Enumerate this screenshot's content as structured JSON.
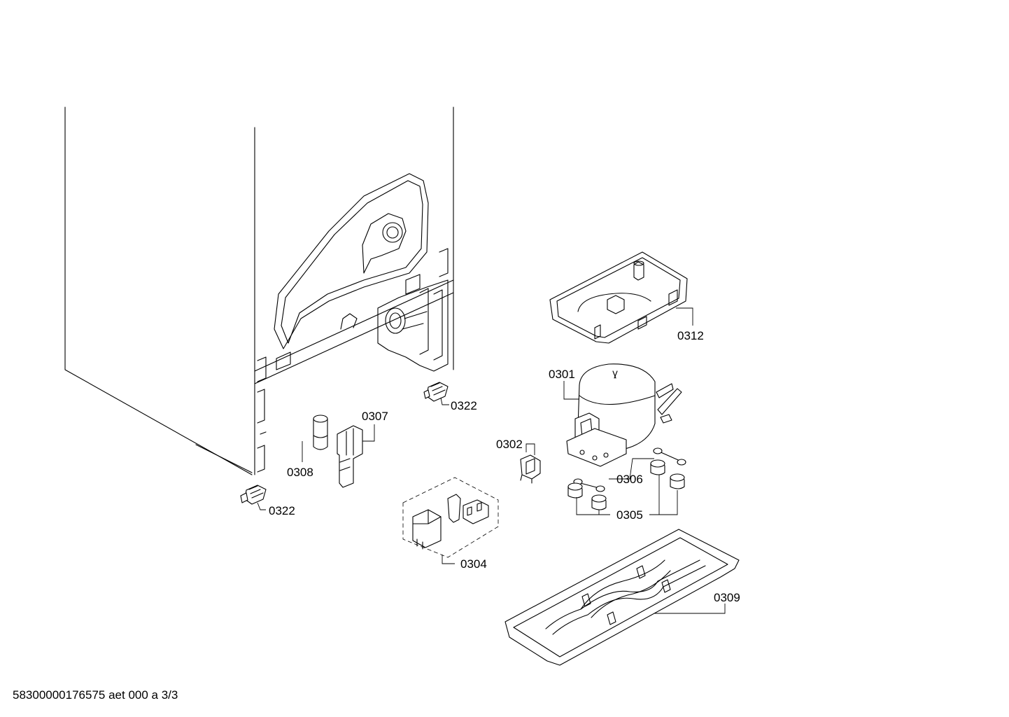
{
  "diagram": {
    "labels": {
      "p0322a": "0322",
      "p0322b": "0322",
      "p0307": "0307",
      "p0308": "0308",
      "p0304": "0304",
      "p0302": "0302",
      "p0301": "0301",
      "p0312": "0312",
      "p0306": "0306",
      "p0305": "0305",
      "p0309": "0309"
    },
    "footer": "58300000176575 aet 000 a 3/3"
  }
}
